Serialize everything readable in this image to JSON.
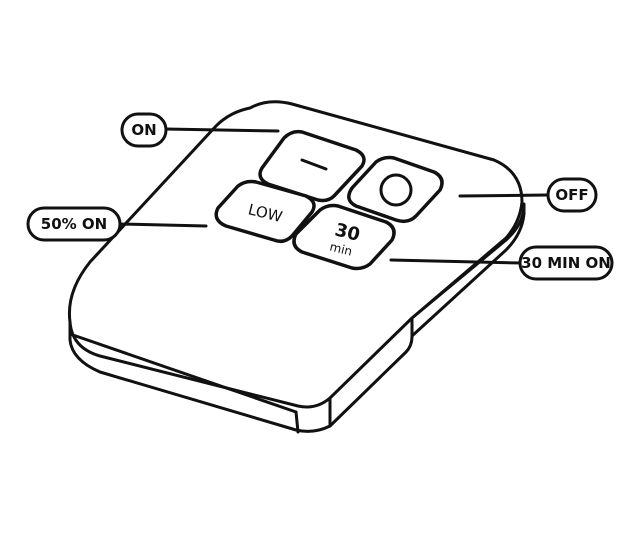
{
  "callouts": {
    "on": "ON",
    "fifty": "50% ON",
    "off": "OFF",
    "thirty_min": "30 MIN ON"
  },
  "buttons": {
    "on": {
      "icon": "minus-icon"
    },
    "off": {
      "icon": "circle-icon"
    },
    "low": {
      "label": "LOW"
    },
    "timer": {
      "value": "30",
      "unit": "min"
    }
  },
  "colors": {
    "stroke": "#111111",
    "fill": "#ffffff"
  }
}
